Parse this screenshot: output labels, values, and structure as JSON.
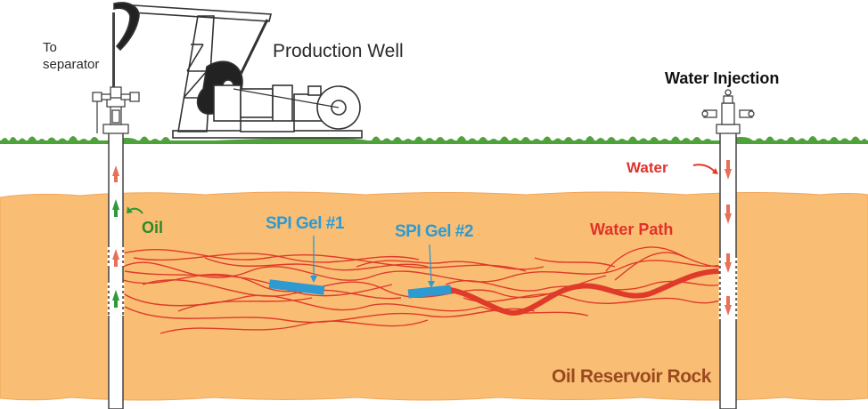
{
  "labels": {
    "to_separator_line1": "To",
    "to_separator_line2": "separator",
    "production_well": "Production Well",
    "water_injection": "Water Injection",
    "water": "Water",
    "oil": "Oil",
    "spi_gel_1": "SPI Gel #1",
    "spi_gel_2": "SPI Gel #2",
    "water_path": "Water Path",
    "oil_reservoir_rock": "Oil Reservoir Rock"
  },
  "colors": {
    "reservoir": "#f9be74",
    "water_path": "#e03a2a",
    "gel": "#2d9ad2",
    "grass": "#4ea23a",
    "oil_arrow": "#2e9a3a",
    "water_arrow": "#e8705a",
    "rock_text": "#9a4a1e"
  }
}
